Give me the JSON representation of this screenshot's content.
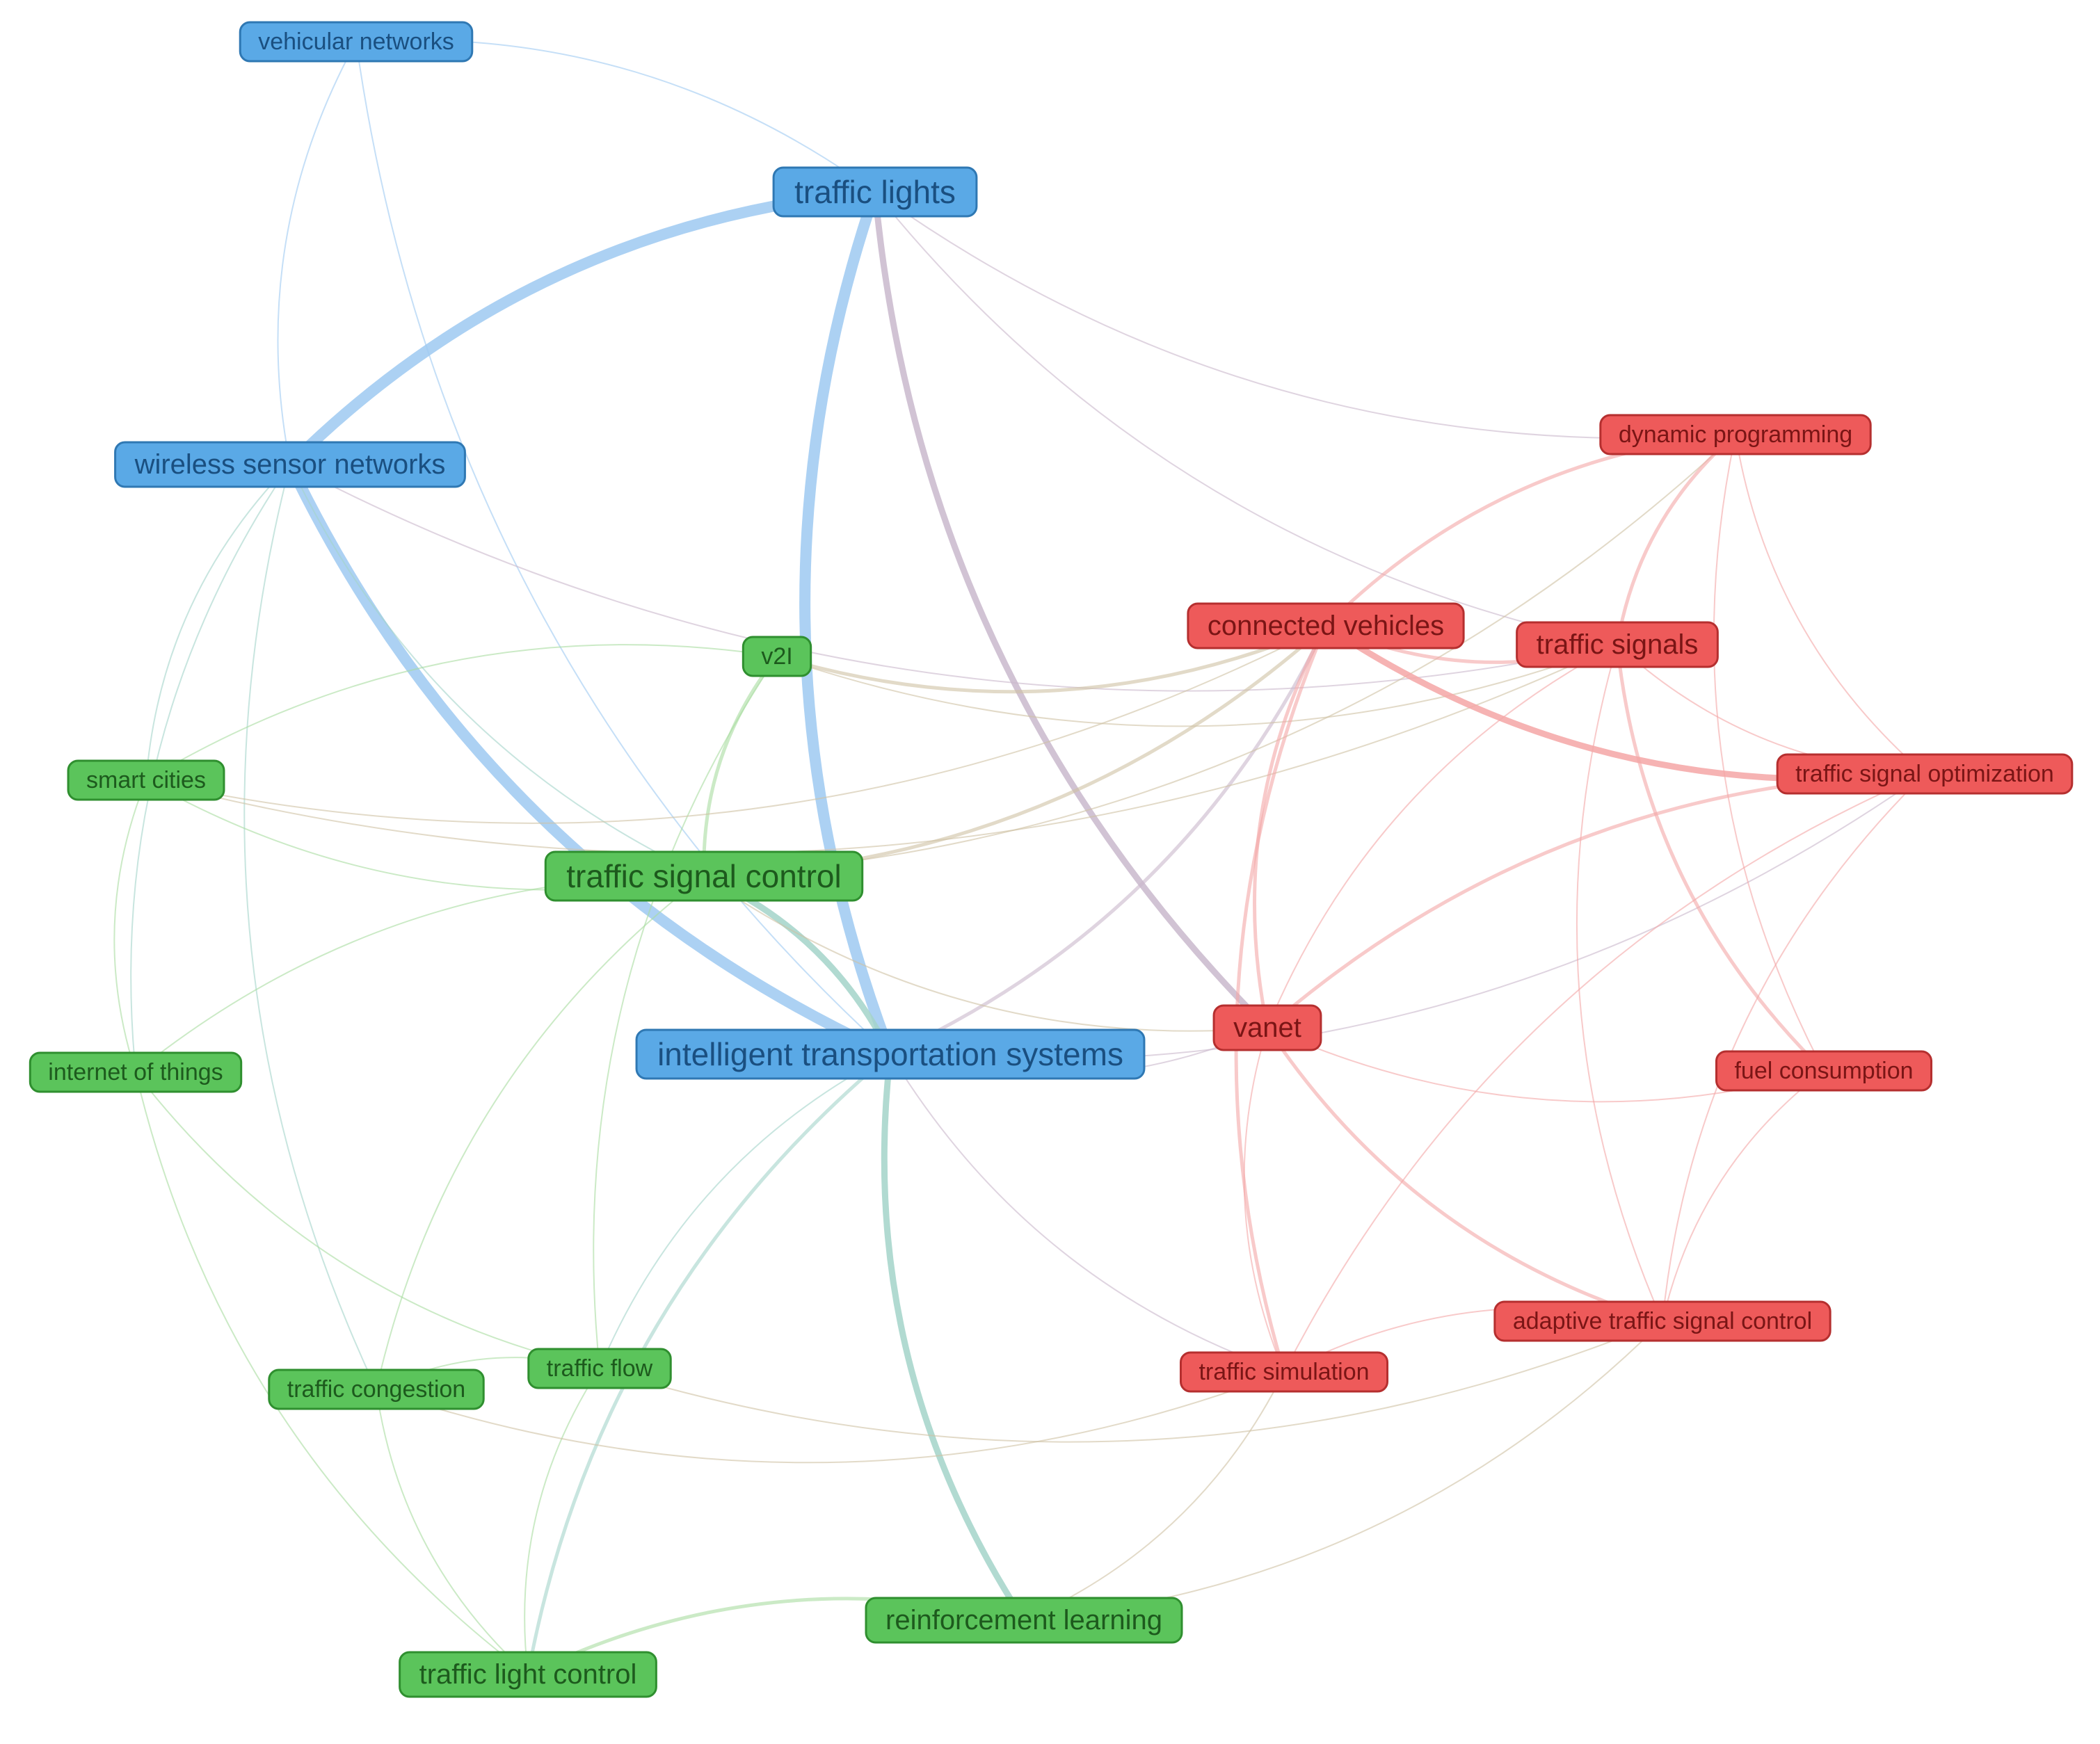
{
  "clusters": {
    "blue": {
      "fill": "#5aa9e6",
      "border": "#2f78b3",
      "text": "#1a4f80",
      "edge": "#9ec9f1"
    },
    "green": {
      "fill": "#5bc45b",
      "border": "#2f8f2f",
      "text": "#1d5a1d",
      "edge": "#a8dca0"
    },
    "red": {
      "fill": "#ee5a5a",
      "border": "#b52f2f",
      "text": "#7a1515",
      "edge": "#f4a6a6"
    }
  },
  "nodes": [
    {
      "id": "vehicular-networks",
      "label": "vehicular networks",
      "cluster": "blue",
      "weight": 1
    },
    {
      "id": "traffic-lights",
      "label": "traffic lights",
      "cluster": "blue",
      "weight": 3
    },
    {
      "id": "wireless-sensor-networks",
      "label": "wireless sensor networks",
      "cluster": "blue",
      "weight": 2
    },
    {
      "id": "intelligent-transportation-systems",
      "label": "intelligent transportation systems",
      "cluster": "blue",
      "weight": 3
    },
    {
      "id": "v2i",
      "label": "v2I",
      "cluster": "green",
      "weight": 1
    },
    {
      "id": "smart-cities",
      "label": "smart cities",
      "cluster": "green",
      "weight": 1
    },
    {
      "id": "traffic-signal-control",
      "label": "traffic signal control",
      "cluster": "green",
      "weight": 3
    },
    {
      "id": "internet-of-things",
      "label": "internet of things",
      "cluster": "green",
      "weight": 1
    },
    {
      "id": "traffic-flow",
      "label": "traffic flow",
      "cluster": "green",
      "weight": 1
    },
    {
      "id": "traffic-congestion",
      "label": "traffic congestion",
      "cluster": "green",
      "weight": 1
    },
    {
      "id": "reinforcement-learning",
      "label": "reinforcement learning",
      "cluster": "green",
      "weight": 2
    },
    {
      "id": "traffic-light-control",
      "label": "traffic light control",
      "cluster": "green",
      "weight": 2
    },
    {
      "id": "dynamic-programming",
      "label": "dynamic programming",
      "cluster": "red",
      "weight": 1
    },
    {
      "id": "connected-vehicles",
      "label": "connected vehicles",
      "cluster": "red",
      "weight": 2
    },
    {
      "id": "traffic-signals",
      "label": "traffic signals",
      "cluster": "red",
      "weight": 2
    },
    {
      "id": "traffic-signal-optimization",
      "label": "traffic signal optimization",
      "cluster": "red",
      "weight": 1
    },
    {
      "id": "vanet",
      "label": "vanet",
      "cluster": "red",
      "weight": 2
    },
    {
      "id": "fuel-consumption",
      "label": "fuel consumption",
      "cluster": "red",
      "weight": 1
    },
    {
      "id": "adaptive-traffic-signal-control",
      "label": "adaptive traffic signal control",
      "cluster": "red",
      "weight": 1
    },
    {
      "id": "traffic-simulation",
      "label": "traffic simulation",
      "cluster": "red",
      "weight": 1
    }
  ],
  "links": [
    {
      "source": "traffic-lights",
      "target": "wireless-sensor-networks",
      "strength": 5
    },
    {
      "source": "traffic-lights",
      "target": "intelligent-transportation-systems",
      "strength": 5
    },
    {
      "source": "wireless-sensor-networks",
      "target": "intelligent-transportation-systems",
      "strength": 5
    },
    {
      "source": "traffic-lights",
      "target": "vanet",
      "strength": 3
    },
    {
      "source": "traffic-lights",
      "target": "vehicular-networks",
      "strength": 1
    },
    {
      "source": "traffic-lights",
      "target": "dynamic-programming",
      "strength": 1
    },
    {
      "source": "traffic-lights",
      "target": "traffic-signals",
      "strength": 1
    },
    {
      "source": "vehicular-networks",
      "target": "wireless-sensor-networks",
      "strength": 1
    },
    {
      "source": "vehicular-networks",
      "target": "intelligent-transportation-systems",
      "strength": 1
    },
    {
      "source": "wireless-sensor-networks",
      "target": "internet-of-things",
      "strength": 1
    },
    {
      "source": "wireless-sensor-networks",
      "target": "smart-cities",
      "strength": 1
    },
    {
      "source": "wireless-sensor-networks",
      "target": "traffic-signal-control",
      "strength": 1
    },
    {
      "source": "wireless-sensor-networks",
      "target": "traffic-signals",
      "strength": 1
    },
    {
      "source": "wireless-sensor-networks",
      "target": "traffic-congestion",
      "strength": 1
    },
    {
      "source": "intelligent-transportation-systems",
      "target": "traffic-signal-control",
      "strength": 3
    },
    {
      "source": "intelligent-transportation-systems",
      "target": "reinforcement-learning",
      "strength": 3
    },
    {
      "source": "intelligent-transportation-systems",
      "target": "traffic-light-control",
      "strength": 2
    },
    {
      "source": "intelligent-transportation-systems",
      "target": "traffic-flow",
      "strength": 1
    },
    {
      "source": "intelligent-transportation-systems",
      "target": "connected-vehicles",
      "strength": 2
    },
    {
      "source": "intelligent-transportation-systems",
      "target": "traffic-simulation",
      "strength": 1
    },
    {
      "source": "intelligent-transportation-systems",
      "target": "traffic-signal-optimization",
      "strength": 1
    },
    {
      "source": "intelligent-transportation-systems",
      "target": "vanet",
      "strength": 1
    },
    {
      "source": "v2i",
      "target": "traffic-signal-control",
      "strength": 2
    },
    {
      "source": "v2i",
      "target": "connected-vehicles",
      "strength": 2
    },
    {
      "source": "v2i",
      "target": "smart-cities",
      "strength": 1
    },
    {
      "source": "v2i",
      "target": "traffic-signals",
      "strength": 1
    },
    {
      "source": "v2i",
      "target": "traffic-flow",
      "strength": 1
    },
    {
      "source": "smart-cities",
      "target": "internet-of-things",
      "strength": 1
    },
    {
      "source": "smart-cities",
      "target": "traffic-signal-control",
      "strength": 1
    },
    {
      "source": "smart-cities",
      "target": "traffic-signals",
      "strength": 1
    },
    {
      "source": "smart-cities",
      "target": "connected-vehicles",
      "strength": 1
    },
    {
      "source": "traffic-signal-control",
      "target": "internet-of-things",
      "strength": 1
    },
    {
      "source": "traffic-signal-control",
      "target": "connected-vehicles",
      "strength": 2
    },
    {
      "source": "traffic-signal-control",
      "target": "dynamic-programming",
      "strength": 1
    },
    {
      "source": "traffic-signal-control",
      "target": "vanet",
      "strength": 1
    },
    {
      "source": "traffic-signal-control",
      "target": "traffic-congestion",
      "strength": 1
    },
    {
      "source": "internet-of-things",
      "target": "traffic-light-control",
      "strength": 1
    },
    {
      "source": "internet-of-things",
      "target": "traffic-flow",
      "strength": 1
    },
    {
      "source": "traffic-flow",
      "target": "traffic-congestion",
      "strength": 1
    },
    {
      "source": "traffic-flow",
      "target": "adaptive-traffic-signal-control",
      "strength": 1
    },
    {
      "source": "traffic-flow",
      "target": "traffic-light-control",
      "strength": 1
    },
    {
      "source": "traffic-congestion",
      "target": "traffic-light-control",
      "strength": 1
    },
    {
      "source": "traffic-congestion",
      "target": "traffic-simulation",
      "strength": 1
    },
    {
      "source": "reinforcement-learning",
      "target": "traffic-light-control",
      "strength": 2
    },
    {
      "source": "reinforcement-learning",
      "target": "traffic-simulation",
      "strength": 1
    },
    {
      "source": "reinforcement-learning",
      "target": "adaptive-traffic-signal-control",
      "strength": 1
    },
    {
      "source": "dynamic-programming",
      "target": "traffic-signals",
      "strength": 2
    },
    {
      "source": "dynamic-programming",
      "target": "connected-vehicles",
      "strength": 2
    },
    {
      "source": "dynamic-programming",
      "target": "fuel-consumption",
      "strength": 1
    },
    {
      "source": "dynamic-programming",
      "target": "traffic-signal-optimization",
      "strength": 1
    },
    {
      "source": "connected-vehicles",
      "target": "traffic-signals",
      "strength": 2
    },
    {
      "source": "connected-vehicles",
      "target": "traffic-signal-optimization",
      "strength": 3
    },
    {
      "source": "connected-vehicles",
      "target": "vanet",
      "strength": 2
    },
    {
      "source": "connected-vehicles",
      "target": "traffic-simulation",
      "strength": 2
    },
    {
      "source": "traffic-signals",
      "target": "traffic-signal-optimization",
      "strength": 1
    },
    {
      "source": "traffic-signals",
      "target": "adaptive-traffic-signal-control",
      "strength": 1
    },
    {
      "source": "traffic-signals",
      "target": "fuel-consumption",
      "strength": 2
    },
    {
      "source": "traffic-signals",
      "target": "vanet",
      "strength": 1
    },
    {
      "source": "traffic-signal-optimization",
      "target": "vanet",
      "strength": 2
    },
    {
      "source": "traffic-signal-optimization",
      "target": "adaptive-traffic-signal-control",
      "strength": 1
    },
    {
      "source": "traffic-signal-optimization",
      "target": "traffic-simulation",
      "strength": 1
    },
    {
      "source": "vanet",
      "target": "adaptive-traffic-signal-control",
      "strength": 2
    },
    {
      "source": "vanet",
      "target": "fuel-consumption",
      "strength": 1
    },
    {
      "source": "vanet",
      "target": "traffic-simulation",
      "strength": 1
    },
    {
      "source": "fuel-consumption",
      "target": "adaptive-traffic-signal-control",
      "strength": 1
    },
    {
      "source": "adaptive-traffic-signal-control",
      "target": "traffic-simulation",
      "strength": 1
    }
  ]
}
